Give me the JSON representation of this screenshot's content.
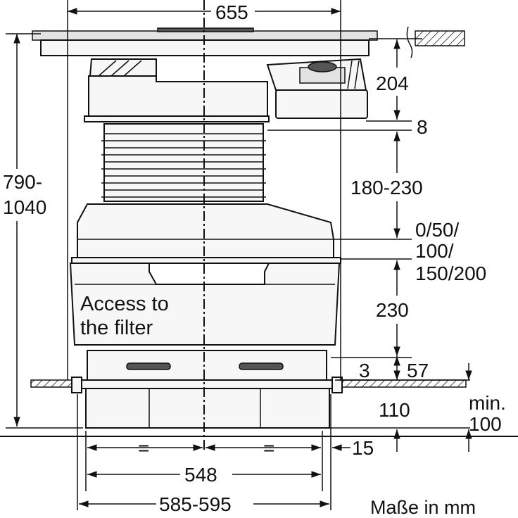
{
  "dimensions": {
    "top_width": "655",
    "total_height_line1": "790-",
    "total_height_line2": "1040",
    "upper_height": "204",
    "gap_8": "8",
    "bellows": "180-230",
    "adjust_line1": "0/50/",
    "adjust_line2": "100/",
    "adjust_line3": "150/200",
    "lower_230": "230",
    "d3": "3",
    "d57": "57",
    "d110": "110",
    "min_line1": "min.",
    "min_line2": "100",
    "d15": "15",
    "eq_left": "=",
    "eq_right": "=",
    "d548": "548",
    "d585": "585-595"
  },
  "notes": {
    "access_line1": "Access to",
    "access_line2": "the  filter"
  },
  "caption": "Maße in mm"
}
